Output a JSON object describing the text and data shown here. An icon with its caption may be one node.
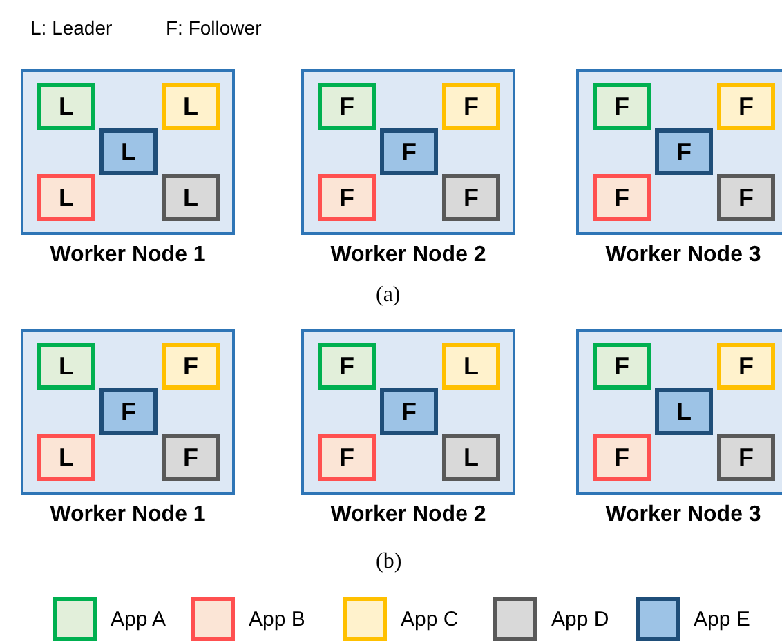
{
  "diagram": {
    "nodes": [
      {
        "text": [
          "Worker Node 1"
        ]
      },
      {
        "text": [
          "L"
        ],
        "in": 0
      },
      {
        "text": [
          "L"
        ],
        "in": 0
      },
      {
        "text": [
          "L"
        ],
        "in": 0
      },
      {
        "text": [
          "L"
        ],
        "in": 0
      },
      {
        "text": [
          "L"
        ],
        "in": 0
      },
      {
        "text": [
          "Worker Node 2"
        ]
      },
      {
        "text": [
          "F"
        ],
        "in": 6
      },
      {
        "text": [
          "F"
        ],
        "in": 6
      },
      {
        "text": [
          "F"
        ],
        "in": 6
      },
      {
        "text": [
          "F"
        ],
        "in": 6
      },
      {
        "text": [
          "F"
        ],
        "in": 6
      },
      {
        "text": [
          "Worker Node 3"
        ]
      },
      {
        "text": [
          "F"
        ],
        "in": 12
      },
      {
        "text": [
          "F"
        ],
        "in": 12
      },
      {
        "text": [
          "F"
        ],
        "in": 12
      },
      {
        "text": [
          "F"
        ],
        "in": 12
      },
      {
        "text": [
          "F"
        ],
        "in": 12
      },
      {
        "text": [
          "Worker Node 1"
        ]
      },
      {
        "text": [
          "L"
        ],
        "in": 18
      },
      {
        "text": [
          "F"
        ],
        "in": 18
      },
      {
        "text": [
          "F"
        ],
        "in": 18
      },
      {
        "text": [
          "L"
        ],
        "in": 18
      },
      {
        "text": [
          "F"
        ],
        "in": 18
      },
      {
        "text": [
          "Worker Node 2"
        ]
      },
      {
        "text": [
          "F"
        ],
        "in": 24
      },
      {
        "text": [
          "L"
        ],
        "in": 24
      },
      {
        "text": [
          "F"
        ],
        "in": 24
      },
      {
        "text": [
          "F"
        ],
        "in": 24
      },
      {
        "text": [
          "L"
        ],
        "in": 24
      },
      {
        "text": [
          "Worker Node 3"
        ]
      },
      {
        "text": [
          "F"
        ],
        "in": 30
      },
      {
        "text": [
          "F"
        ],
        "in": 30
      },
      {
        "text": [
          "L"
        ],
        "in": 30
      },
      {
        "text": [
          "F"
        ],
        "in": 30
      },
      {
        "text": [
          "F"
        ],
        "in": 30
      }
    ],
    "edges": [],
    "labels": [
      "L: Leader",
      "F: Follower",
      "(a)",
      "(b)"
    ],
    "legend": [
      {
        "text": "App A",
        "color": "#e2efda"
      },
      {
        "text": "App B",
        "color": "#fbe5d6"
      },
      {
        "text": "App C",
        "color": "#fff2cc"
      },
      {
        "text": "App D",
        "color": "#d9d9d9"
      },
      {
        "text": "App E",
        "color": "#9dc3e6"
      }
    ]
  }
}
